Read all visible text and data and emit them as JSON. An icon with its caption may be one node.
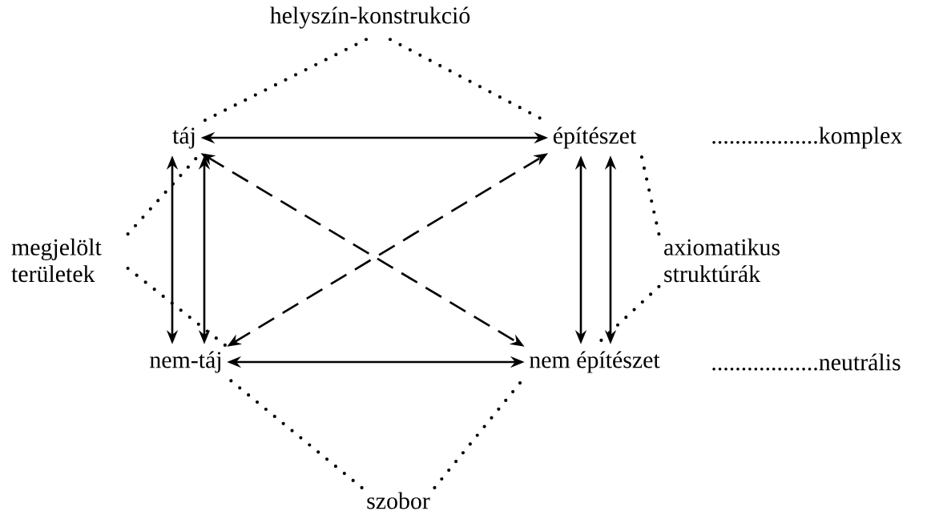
{
  "diagram": {
    "nodes": [
      {
        "text": [
          "helyszín-konstrukció"
        ]
      },
      {
        "text": [
          "táj"
        ]
      },
      {
        "text": [
          "építészet"
        ]
      },
      {
        "text": [
          "megjelölt területek"
        ]
      },
      {
        "text": [
          "axiomatikus struktúrák"
        ]
      },
      {
        "text": [
          "nem-táj"
        ]
      },
      {
        "text": [
          "nem építészet"
        ]
      },
      {
        "text": [
          "szobor"
        ]
      }
    ],
    "edges": [
      {
        "from": 1,
        "to": 2,
        "arrow": "both"
      },
      {
        "from": 1,
        "to": 5,
        "arrow": "both"
      },
      {
        "from": 1,
        "to": 5,
        "arrow": "both"
      },
      {
        "from": 2,
        "to": 6,
        "arrow": "both"
      },
      {
        "from": 2,
        "to": 6,
        "arrow": "both"
      },
      {
        "from": 5,
        "to": 6,
        "arrow": "both"
      },
      {
        "from": 1,
        "to": 6,
        "arrow": "both",
        "style": "dashed"
      },
      {
        "from": 5,
        "to": 2,
        "arrow": "both",
        "style": "dashed"
      },
      {
        "from": 0,
        "to": 1,
        "arrow": "none",
        "style": "dashed"
      },
      {
        "from": 0,
        "to": 2,
        "arrow": "none",
        "style": "dashed"
      },
      {
        "from": 3,
        "to": 1,
        "arrow": "none",
        "style": "dashed"
      },
      {
        "from": 3,
        "to": 5,
        "arrow": "none",
        "style": "dashed"
      },
      {
        "from": 4,
        "to": 2,
        "arrow": "none",
        "style": "dashed"
      },
      {
        "from": 4,
        "to": 6,
        "arrow": "none",
        "style": "dashed"
      },
      {
        "from": 7,
        "to": 5,
        "arrow": "none",
        "style": "dashed"
      },
      {
        "from": 7,
        "to": 6,
        "arrow": "none",
        "style": "dashed"
      }
    ],
    "labels": [
      "..................komplex",
      "..................neutrális"
    ]
  }
}
